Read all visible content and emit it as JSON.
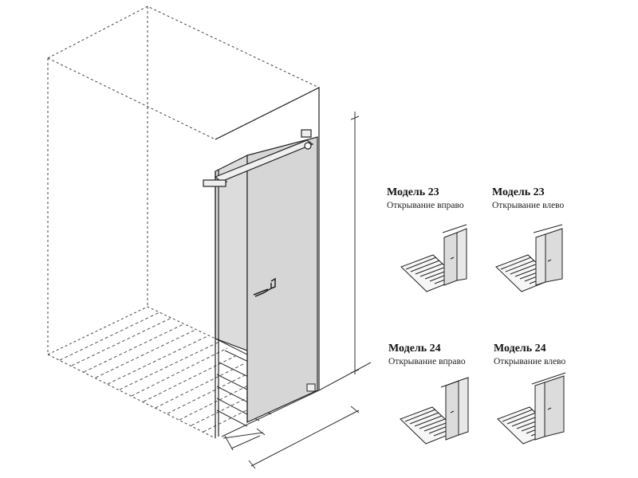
{
  "variants": [
    {
      "model": "Модель 23",
      "opening": "Открывание вправо",
      "direction": "right"
    },
    {
      "model": "Модель 23",
      "opening": "Открывание влево",
      "direction": "left"
    },
    {
      "model": "Модель 24",
      "opening": "Открывание вправо",
      "direction": "right"
    },
    {
      "model": "Модель 24",
      "opening": "Открывание влево",
      "direction": "left"
    }
  ],
  "colors": {
    "line": "#222222",
    "glass": "#d9d9d9",
    "dashed": "#555555"
  }
}
